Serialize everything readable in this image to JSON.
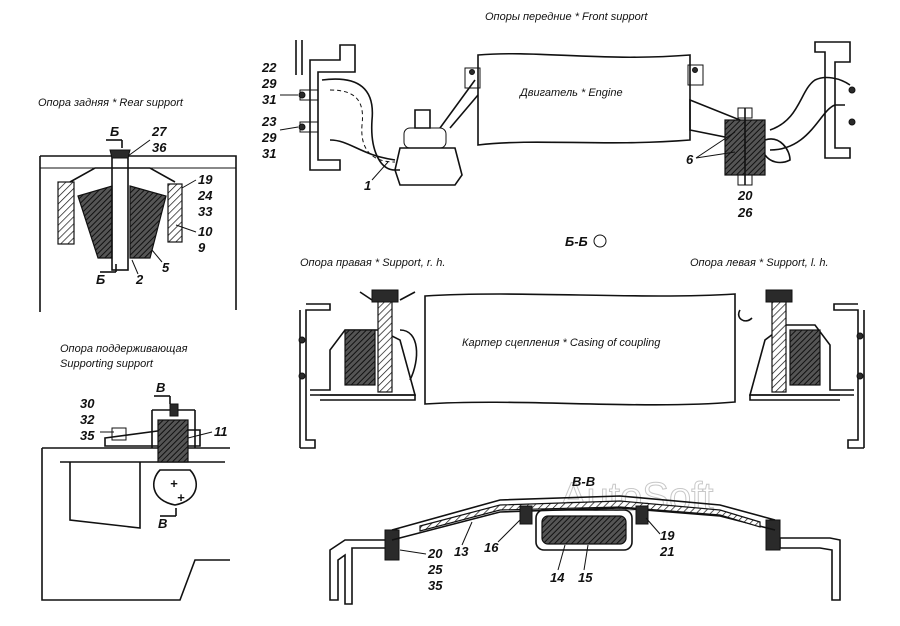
{
  "watermark": "AutoSoft",
  "front": {
    "title": "Опоры передние  *  Front support",
    "engine": "Двигатель  *  Engine",
    "callouts": [
      "22",
      "29",
      "31",
      "23",
      "29",
      "31",
      "1",
      "6",
      "20",
      "26"
    ]
  },
  "rear": {
    "title": "Опора задняя  *  Rear support",
    "section": [
      "Б",
      "Б"
    ],
    "callouts": [
      "27",
      "36",
      "19",
      "24",
      "33",
      "10",
      "9",
      "5",
      "2"
    ]
  },
  "supporting": {
    "title_ru": "Опора поддерживающая",
    "title_en": "Supporting support",
    "section": [
      "В",
      "В"
    ],
    "callouts": [
      "30",
      "32",
      "35",
      "11"
    ]
  },
  "bb": {
    "title": "Б-Б",
    "right_label": "Опора правая  *  Support, r. h.",
    "left_label": "Опора левая  *  Support, l. h.",
    "casing": "Картер сцепления  *  Casing of coupling"
  },
  "vv": {
    "title": "В-В",
    "callouts": [
      "13",
      "16",
      "19",
      "21",
      "20",
      "25",
      "35",
      "14",
      "15"
    ]
  }
}
